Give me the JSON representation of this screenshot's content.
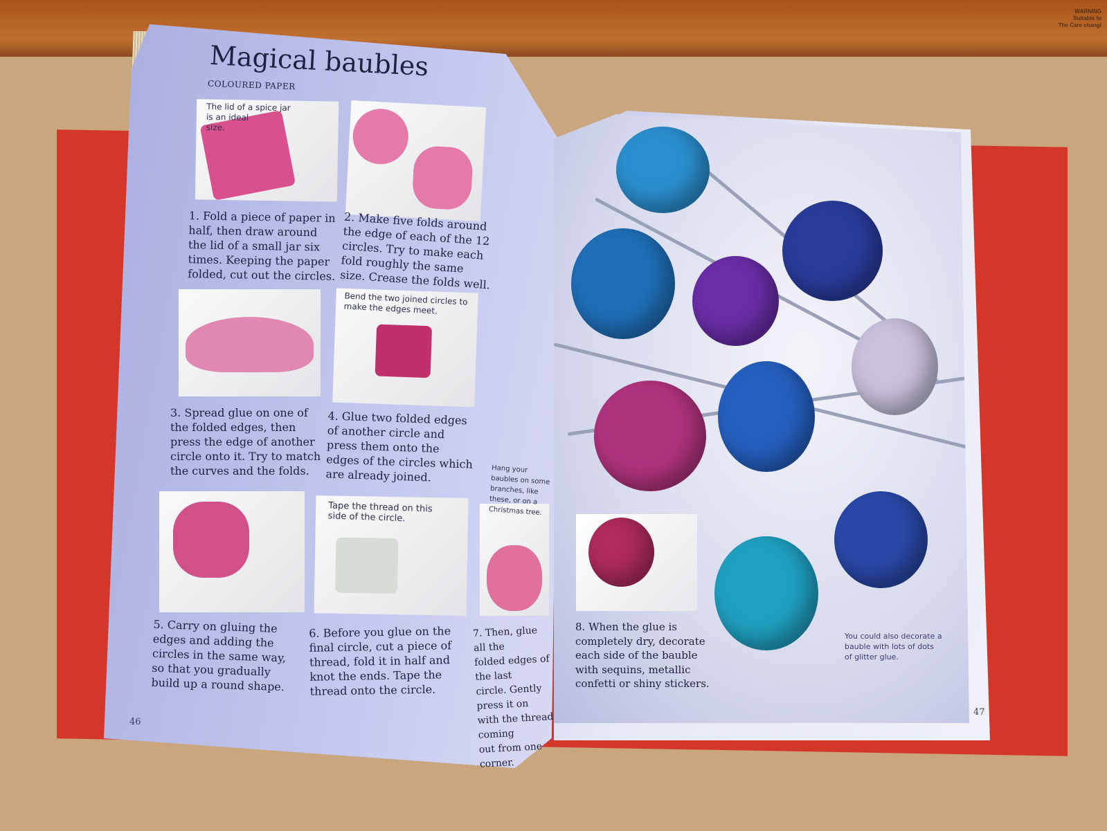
{
  "background_label": {
    "text": "WARNING\nSuitable fo\nThe Care changi"
  },
  "left_page": {
    "title": "Magical baubles",
    "subtitle": "COLOURED PAPER",
    "captions": {
      "spice_jar": "The lid of a spice jar\nis an ideal\nsize.",
      "bend": "Bend the two joined circles to\nmake the edges meet.",
      "tape": "Tape the thread on this\nside of the circle.",
      "hang": "Hang your baubles on some\nbranches, like these, or on a\nChristmas tree."
    },
    "steps": [
      "1. Fold a piece of paper in\nhalf, then draw around\nthe lid of a small jar six\ntimes. Keeping the paper\nfolded, cut out the circles.",
      "2. Make five folds around\nthe edge of each of the 12\ncircles. Try to make each\nfold roughly the same\nsize. Crease the folds well.",
      "3. Spread glue on one of\nthe folded edges, then\npress the edge of another\ncircle onto it. Try to match\nthe curves and the folds.",
      "4. Glue two folded edges\nof another circle and\npress them onto the\nedges of the circles which\nare already joined.",
      "5. Carry on gluing the\nedges and adding the\ncircles in the same way,\nso that you gradually\nbuild up a round shape.",
      "6. Before you glue on the\nfinal circle, cut a piece of\nthread, fold it in half and\nknot the ends. Tape the\nthread onto the circle.",
      "7. Then, glue all the\nfolded edges of the last\ncircle. Gently press it on\nwith the thread coming\nout from one corner."
    ],
    "page_number": "46"
  },
  "right_page": {
    "step8": "8. When the glue is\ncompletely dry, decorate\neach side of the bauble\nwith sequins, metallic\nconfetti or shiny stickers.",
    "dots_caption": "You could also decorate a\nbauble with lots of dots\nof glitter glue.",
    "page_number": "47"
  },
  "colors": {
    "page": "#b9bde6",
    "cover": "#d2372a",
    "table": "#c9a67e",
    "pink": "#c0306a"
  }
}
